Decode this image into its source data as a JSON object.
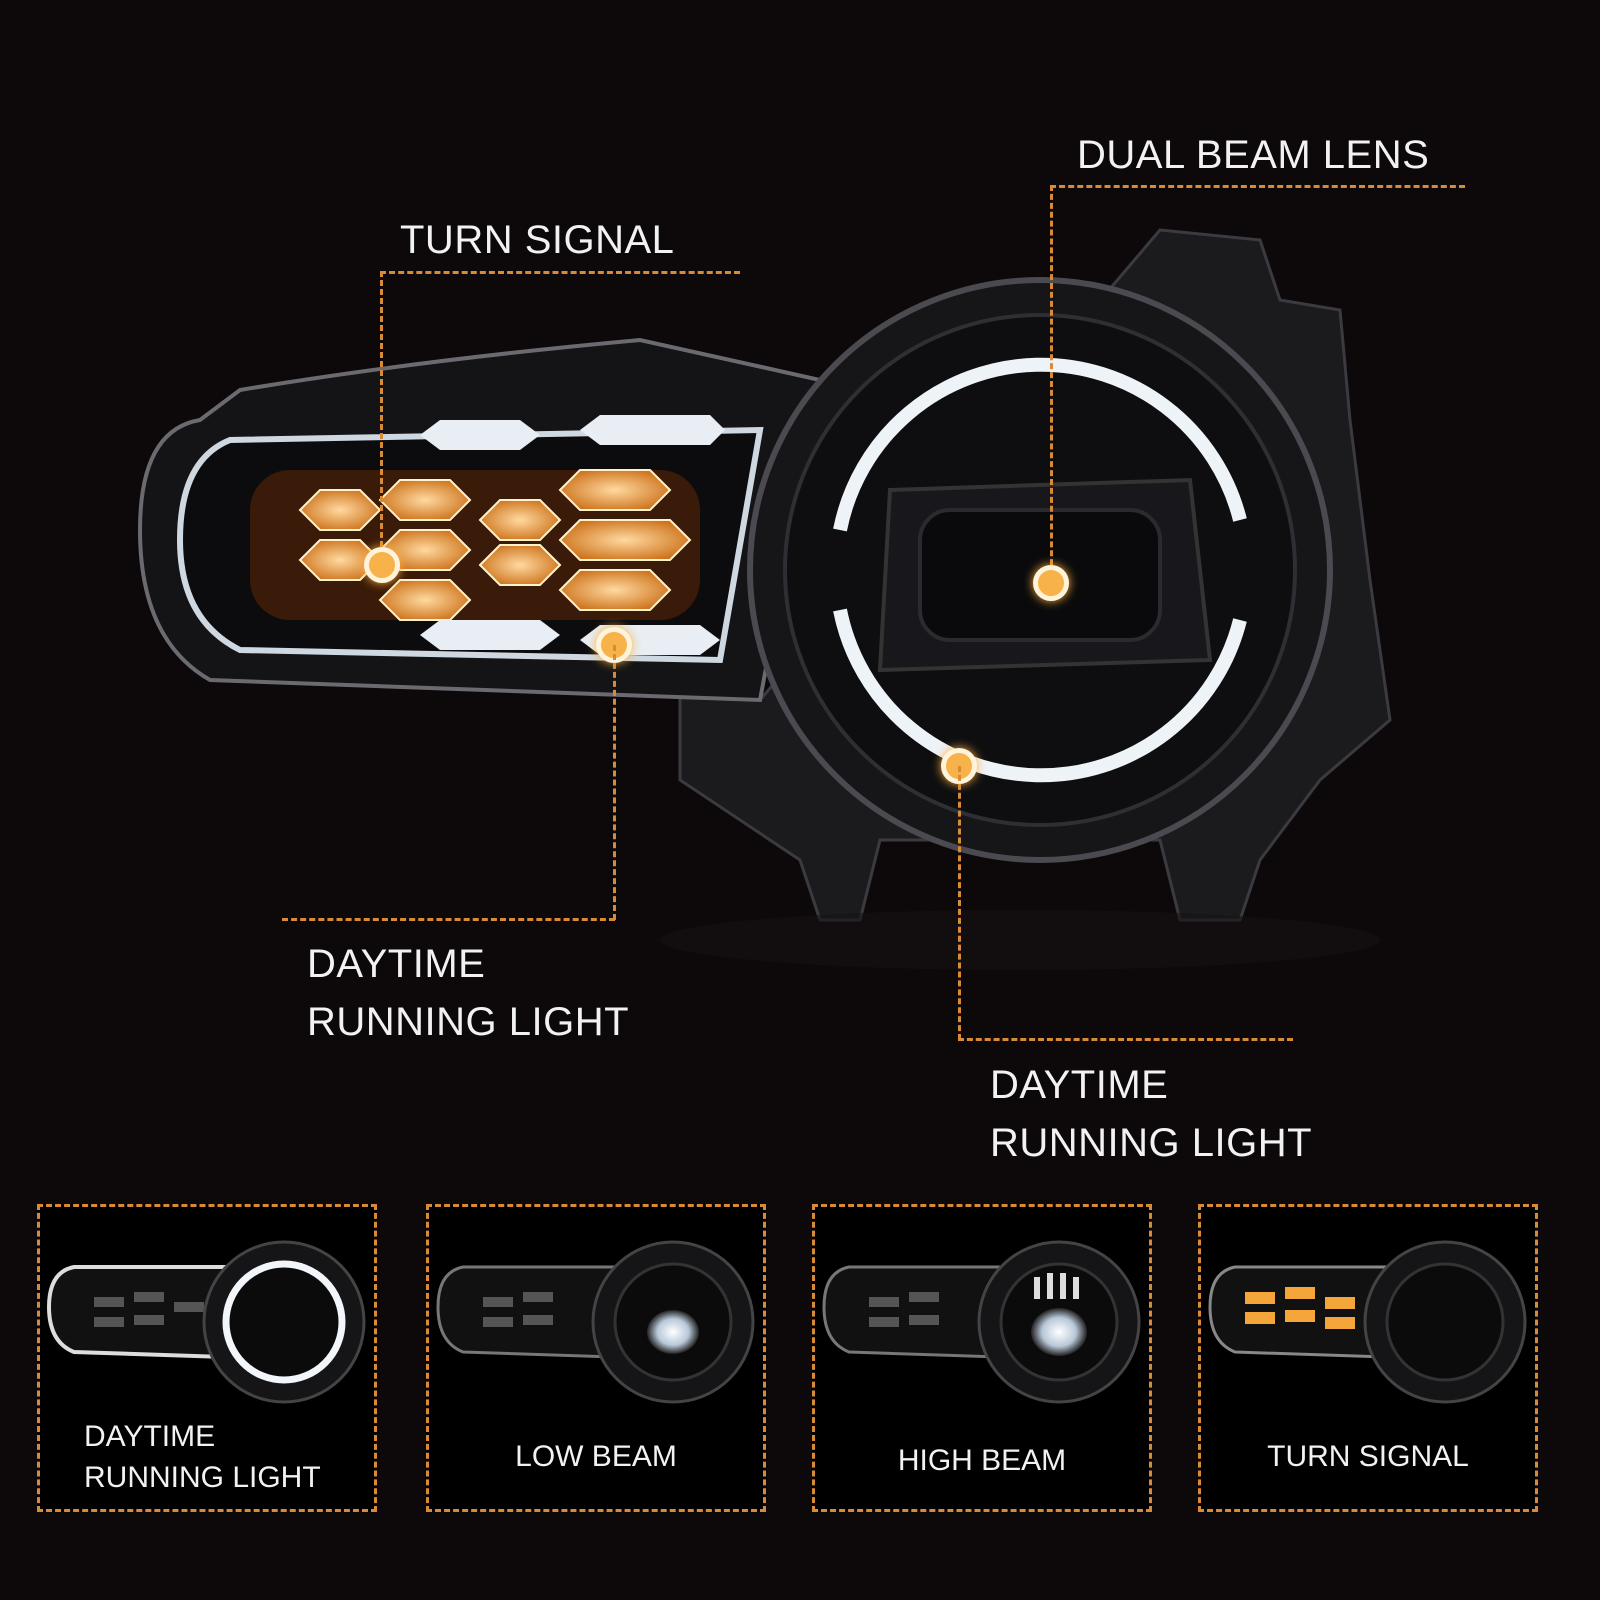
{
  "callouts": {
    "turn_signal": "TURN SIGNAL",
    "dual_beam_lens": "DUAL BEAM LENS",
    "drl_left": {
      "line1": "DAYTIME",
      "line2": "RUNNING LIGHT"
    },
    "drl_right": {
      "line1": "DAYTIME",
      "line2": "RUNNING LIGHT"
    }
  },
  "modes": [
    {
      "line1": "DAYTIME",
      "line2": "RUNNING LIGHT",
      "state": "drl"
    },
    {
      "line1": "LOW BEAM",
      "state": "low"
    },
    {
      "line1": "HIGH BEAM",
      "state": "high"
    },
    {
      "line1": "TURN SIGNAL",
      "state": "turn"
    }
  ],
  "colors": {
    "accent": "#d98a36",
    "amber": "#f5a63a",
    "background": "#0d090a"
  }
}
